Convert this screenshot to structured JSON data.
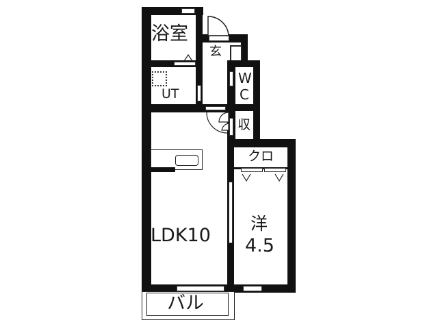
{
  "floor_plan": {
    "rooms": [
      {
        "id": "bath",
        "label": "浴室"
      },
      {
        "id": "entrance",
        "label": "玄"
      },
      {
        "id": "wc",
        "label_line1": "W",
        "label_line2": "C"
      },
      {
        "id": "utility",
        "label": "UT"
      },
      {
        "id": "storage",
        "label": "収"
      },
      {
        "id": "closet",
        "label": "クロ"
      },
      {
        "id": "ldk",
        "label": "LDK10"
      },
      {
        "id": "western_room",
        "label_line1": "洋",
        "label_line2": "4.5"
      },
      {
        "id": "balcony",
        "label": "バル"
      }
    ],
    "colors": {
      "wall": "#111111",
      "background": "#ffffff"
    }
  }
}
